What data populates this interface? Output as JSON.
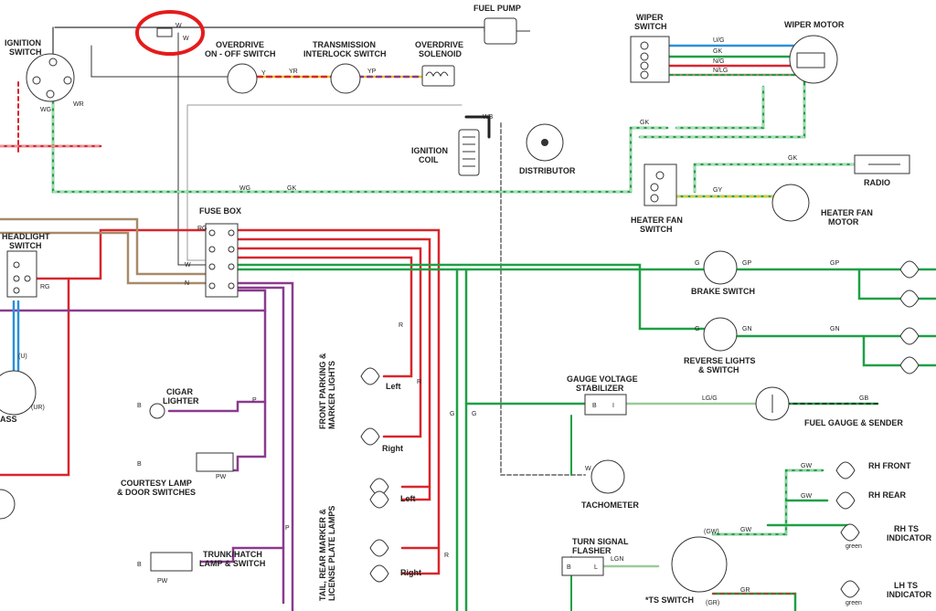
{
  "colors": {
    "red": "#d8262b",
    "green": "#1ea045",
    "purple": "#8b3a8f",
    "tan": "#a88a6a",
    "blue": "#2d8fd8",
    "yellow": "#e6c71a",
    "gray": "#8a8a8a",
    "black": "#222222",
    "highlight": "#e51b1b"
  },
  "components": {
    "fuel_pump": "FUEL PUMP",
    "ignition_switch": [
      "IGNITION",
      "SWITCH"
    ],
    "overdrive_switch": [
      "OVERDRIVE",
      "ON - OFF SWITCH"
    ],
    "transmission_switch": [
      "TRANSMISSION",
      "INTERLOCK SWITCH"
    ],
    "overdrive_solenoid": [
      "OVERDRIVE",
      "SOLENOID"
    ],
    "wiper_switch": [
      "WIPER",
      "SWITCH"
    ],
    "wiper_motor": "WIPER MOTOR",
    "ignition_coil": [
      "IGNITION",
      "COIL"
    ],
    "distributor": "DISTRIBUTOR",
    "radio": "RADIO",
    "heater_fan_switch": [
      "HEATER FAN",
      "SWITCH"
    ],
    "heater_fan_motor": [
      "HEATER FAN",
      "MOTOR"
    ],
    "fuse_box": "FUSE BOX",
    "headlight_switch": [
      "HEADLIGHT",
      "SWITCH"
    ],
    "brake_switch": "BRAKE SWITCH",
    "reverse_switch": [
      "REVERSE LIGHTS",
      "& SWITCH"
    ],
    "front_marker": [
      "FRONT PARKING &",
      "MARKER LIGHTS"
    ],
    "gauge_stabilizer": [
      "GAUGE VOLTAGE",
      "STABILIZER"
    ],
    "fuel_gauge": "FUEL GAUGE & SENDER",
    "cigar_lighter": [
      "CIGAR",
      "LIGHTER"
    ],
    "courtesy_lamp": [
      "COURTESY LAMP",
      "& DOOR SWITCHES"
    ],
    "tachometer": "TACHOMETER",
    "rear_marker": [
      "TAIL, REAR MARKER &",
      "LICENSE PLATE LAMPS"
    ],
    "trunk_lamp": [
      "TRUNK/HATCH",
      "LAMP & SWITCH"
    ],
    "turn_flasher": [
      "TURN SIGNAL",
      "FLASHER"
    ],
    "ts_switch": "*TS SWITCH",
    "rh_front": "RH FRONT",
    "rh_rear": "RH REAR",
    "rh_ts": [
      "RH TS",
      "INDICATOR"
    ],
    "lh_ts": [
      "LH TS",
      "INDICATOR"
    ],
    "left": "Left",
    "right": "Right",
    "green_small": "green",
    "ass_partial": "ASS"
  },
  "wire_codes": {
    "W": "W",
    "WG": "WG",
    "WR": "WR",
    "Y": "Y",
    "YR": "YR",
    "YP": "YP",
    "WB": "WB",
    "GK": "GK",
    "UG": "U/G",
    "NG": "N/G",
    "NLG": "N/LG",
    "GY": "GY",
    "RG": "RG",
    "R": "R",
    "N": "N",
    "P": "P",
    "G": "G",
    "GP": "GP",
    "GN": "GN",
    "LGG": "LG/G",
    "GB": "GB",
    "B": "B",
    "I": "I",
    "PW": "PW",
    "GW": "GW",
    "GR": "GR",
    "LGN": "LGN",
    "L": "L",
    "GW_paren": "(GW)",
    "GR_paren": "(GR)",
    "U_paren": "(U)",
    "UR_paren": "(UR)"
  }
}
